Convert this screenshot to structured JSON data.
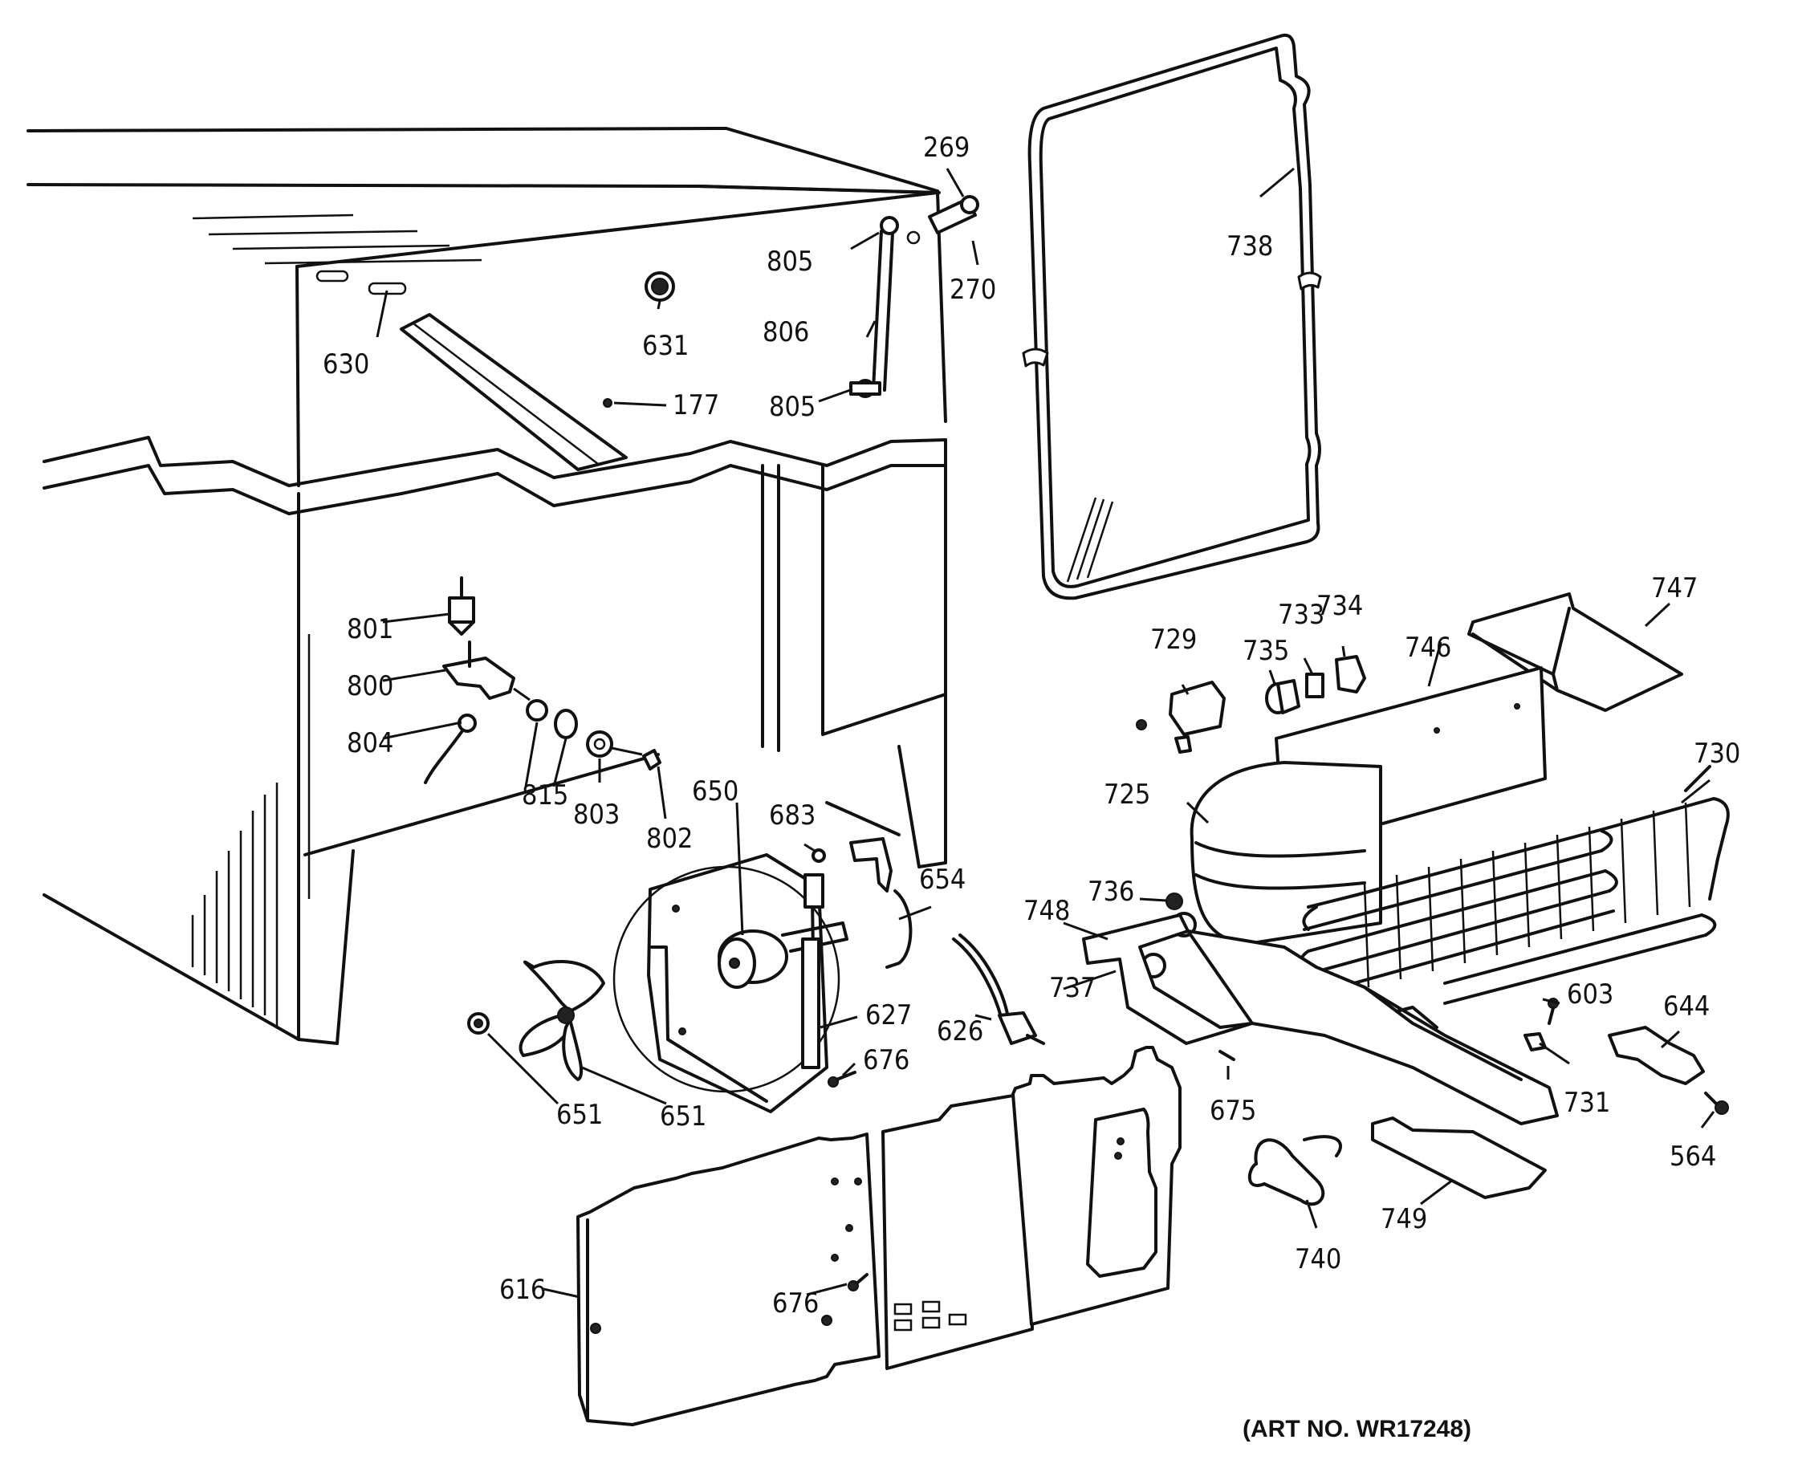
{
  "caption": "(ART NO. WR17248)",
  "part_numbers": {
    "p269": "269",
    "p270": "270",
    "p738": "738",
    "p805a": "805",
    "p806": "806",
    "p805b": "805",
    "p631": "631",
    "p630": "630",
    "p177": "177",
    "p801": "801",
    "p800": "800",
    "p804": "804",
    "p815": "815",
    "p803": "803",
    "p802": "802",
    "p683": "683",
    "p650": "650",
    "p654": "654",
    "p627": "627",
    "p626": "626",
    "p676a": "676",
    "p651a": "651",
    "p651b": "651",
    "p729": "729",
    "p735": "735",
    "p733": "733",
    "p734": "734",
    "p746": "746",
    "p747": "747",
    "p725": "725",
    "p730": "730",
    "p736": "736",
    "p748": "748",
    "p737": "737",
    "p603": "603",
    "p644": "644",
    "p675": "675",
    "p731": "731",
    "p564": "564",
    "p740": "740",
    "p749": "749",
    "p616": "616",
    "p676b": "676"
  }
}
